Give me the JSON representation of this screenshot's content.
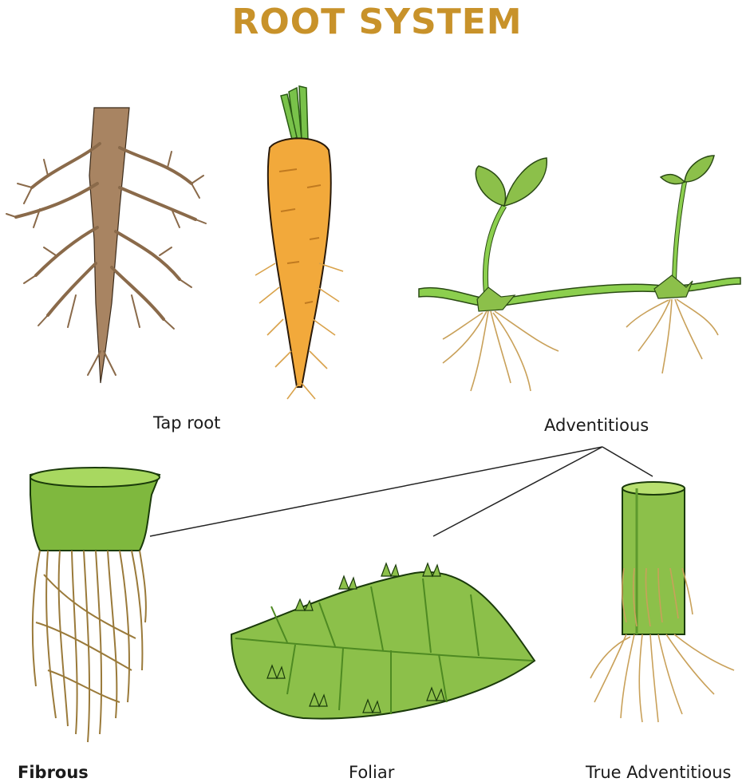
{
  "title": "ROOT SYSTEM",
  "labels": {
    "tap_root": "Tap root",
    "adventitious": "Adventitious",
    "fibrous": "Fibrous",
    "foliar": "Foliar",
    "true_adventitious": "True Adventitious"
  },
  "colors": {
    "title": "#c8922a",
    "root_brown": "#9c7d5c",
    "carrot_orange": "#f2a93b",
    "root_gold": "#c9a15a",
    "leaf_green": "#8cc04a",
    "leaf_dark": "#5e9a2e",
    "stem_green": "#8ccf4e"
  }
}
